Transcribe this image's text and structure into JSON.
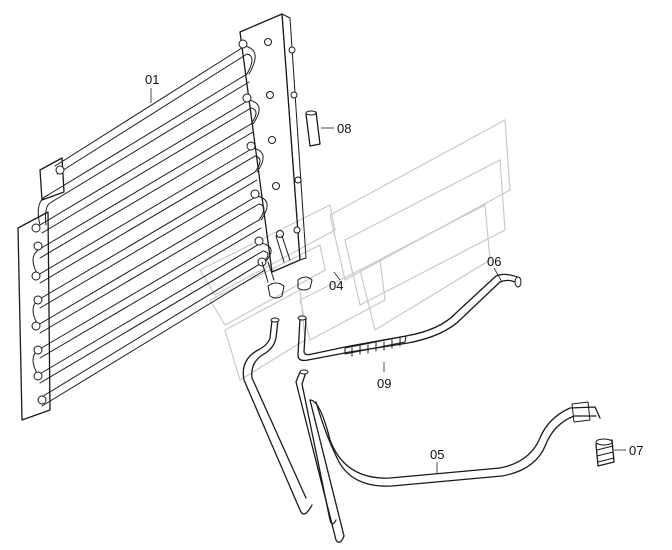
{
  "callouts": {
    "c01": "01",
    "c04": "04",
    "c05": "05",
    "c06": "06",
    "c07": "07",
    "c08": "08",
    "c09": "09"
  },
  "watermark": {
    "color": "#c9c9c9",
    "icon": "brand-watermark-icon"
  },
  "line_color": "#1a1a1a"
}
